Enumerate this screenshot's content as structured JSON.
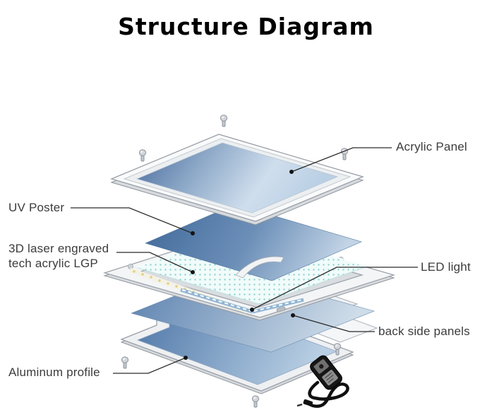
{
  "title": "Structure Diagram",
  "diagram": {
    "labels": {
      "acrylic_panel": "Acrylic Panel",
      "uv_poster": "UV Poster",
      "lgp": {
        "line1": "3D laser engraved",
        "line2": "tech acrylic LGP"
      },
      "led_light": "LED light",
      "back_side_panels": "back side panels",
      "aluminum_profile": "Aluminum profile"
    },
    "icons": [
      "screw-icon",
      "power-adapter-icon"
    ],
    "colors": {
      "panel_blue_dark": "#47699c",
      "panel_blue_light": "#d8e4f0",
      "poster_blue_dark": "#3f6899",
      "poster_blue_light": "#c2d4e6",
      "lgp_base": "#f0fbfa",
      "lgp_dot": "#86cfcb",
      "frame_fill": "#f3f5f6",
      "frame_stroke": "#9aa0a8",
      "led_strip_dot": "#e3cd7e",
      "led_strip_blue": "#8fb4d4",
      "leader_line": "#2a2a2a",
      "label_text": "#3c3c3c",
      "title_text": "#000000",
      "adapter_body": "#161616",
      "screw_gray": "#c9ced4"
    }
  }
}
